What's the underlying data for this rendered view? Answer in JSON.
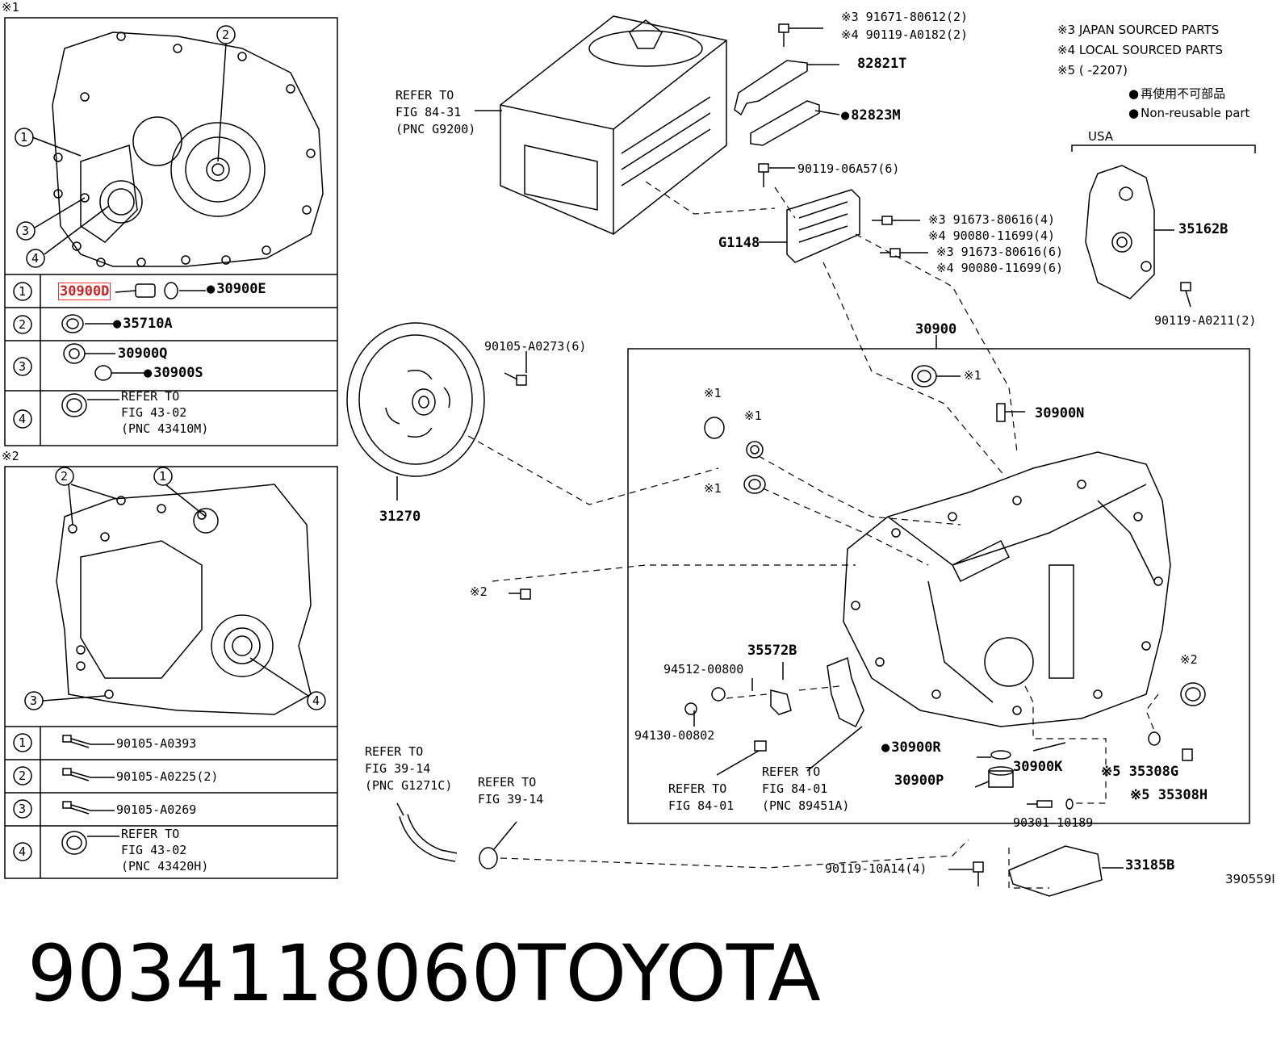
{
  "markers": {
    "m1": "※1",
    "m2": "※2"
  },
  "legend": {
    "l3": "※3 JAPAN SOURCED PARTS",
    "l4": "※4 LOCAL SOURCED PARTS",
    "l5": "※5 (     -2207)",
    "reuse_jp": "再使用不可部品",
    "reuse_en": "Non-reusable part",
    "usa": "USA"
  },
  "table1": {
    "rows": [
      {
        "num": "1",
        "a": "30900D",
        "b": "30900E"
      },
      {
        "num": "2",
        "a": "35710A"
      },
      {
        "num": "3",
        "a": "30900Q",
        "b": "30900S"
      },
      {
        "num": "4",
        "r1": "REFER TO",
        "r2": "FIG 43-02",
        "r3": "(PNC 43410M)"
      }
    ]
  },
  "table2": {
    "rows": [
      {
        "num": "1",
        "a": "90105-A0393"
      },
      {
        "num": "2",
        "a": "90105-A0225(2)"
      },
      {
        "num": "3",
        "a": "90105-A0269"
      },
      {
        "num": "4",
        "r1": "REFER TO",
        "r2": "FIG 43-02",
        "r3": "(PNC 43420H)"
      }
    ]
  },
  "callouts": {
    "c1": "1",
    "c2": "2",
    "c3": "3",
    "c4": "4"
  },
  "labels": {
    "refer_g9200_1": "REFER TO",
    "refer_g9200_2": "FIG 84-31",
    "refer_g9200_3": "(PNC G9200)",
    "p91671": "※3 91671-80612(2)",
    "p90119a0182": "※4 90119-A0182(2)",
    "p82821T": "82821T",
    "p82823M": "82823M",
    "p90119_06A57": "90119-06A57(6)",
    "pG1148": "G1148",
    "p91673_4": "※3 91673-80616(4)",
    "p90080_4": "※4 90080-11699(4)",
    "p91673_6": "※3 91673-80616(6)",
    "p90080_6": "※4 90080-11699(6)",
    "p35162B": "35162B",
    "p90119_A0211": "90119-A0211(2)",
    "p30900": "30900",
    "p90105_A0273": "90105-A0273(6)",
    "p31270": "31270",
    "p30900N": "30900N",
    "p35572B": "35572B",
    "p94512": "94512-00800",
    "p94130": "94130-00802",
    "p30900R": "30900R",
    "p30900P": "30900P",
    "p30900K": "30900K",
    "p35308G": "※5 35308G",
    "p35308H": "※5 35308H",
    "p90301": "90301-10189",
    "refer_84_01a_1": "REFER TO",
    "refer_84_01a_2": "FIG 84-01",
    "refer_84_01b_1": "REFER TO",
    "refer_84_01b_2": "FIG 84-01",
    "refer_84_01b_3": "(PNC 89451A)",
    "refer_39_14a_1": "REFER TO",
    "refer_39_14a_2": "FIG 39-14",
    "refer_39_14a_3": "(PNC G1271C)",
    "refer_39_14b_1": "REFER TO",
    "refer_39_14b_2": "FIG 39-14",
    "p90119_10A14": "90119-10A14(4)",
    "p33185B": "33185B",
    "fig_id": "390559I"
  },
  "footer": {
    "part_number": "9034118060",
    "brand": "TOYOTA"
  }
}
